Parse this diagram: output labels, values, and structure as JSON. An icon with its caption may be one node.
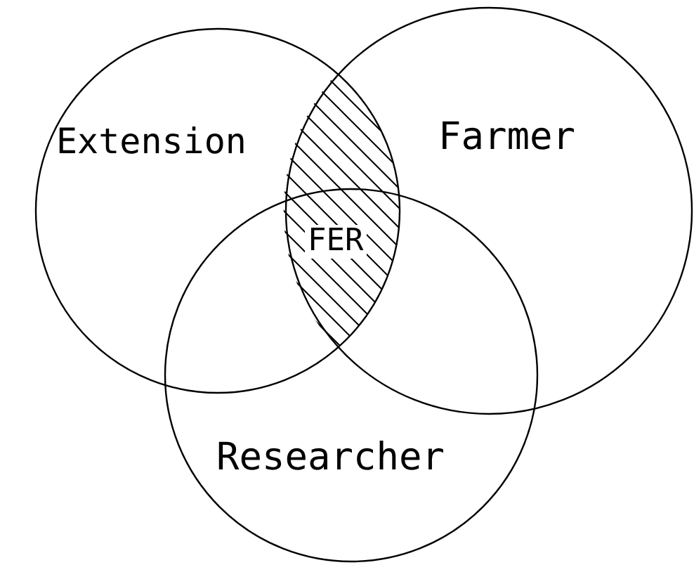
{
  "diagram": {
    "nodes": [
      {
        "text": [
          "Extension"
        ]
      },
      {
        "text": [
          "Farmer"
        ]
      },
      {
        "text": [
          "FER"
        ]
      },
      {
        "text": [
          "Researcher"
        ]
      }
    ]
  }
}
